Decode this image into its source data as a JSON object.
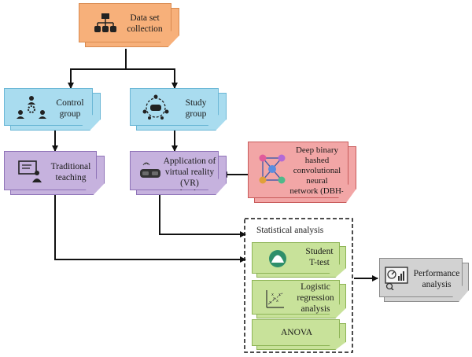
{
  "nodes": {
    "dataset": {
      "label_1": "Data set",
      "label_2": "collection",
      "color": "#f7b07a",
      "border": "#d98a4f"
    },
    "control": {
      "label_1": "Control",
      "label_2": "group",
      "color": "#a9dcef",
      "border": "#6bb7d6"
    },
    "study": {
      "label_1": "Study",
      "label_2": "group",
      "color": "#a9dcef",
      "border": "#6bb7d6"
    },
    "traditional": {
      "label_1": "Traditional",
      "label_2": "teaching",
      "color": "#c6b2de",
      "border": "#8f73b8"
    },
    "vr": {
      "label_1": "Application of",
      "label_2": "virtual reality",
      "label_3": "(VR) technology",
      "color": "#c6b2de",
      "border": "#8f73b8"
    },
    "dbhcnn": {
      "label_1": "Deep binary",
      "label_2": "hashed",
      "label_3": "convolutional",
      "label_4": "neural",
      "label_5": "network (DBH-CNN)",
      "color": "#f2a6a6",
      "border": "#c85a5a"
    },
    "stats": {
      "title": "Statistical analysis"
    },
    "ttest": {
      "label_1": "Student",
      "label_2": "T-test",
      "color": "#c8e29a",
      "border": "#8db455"
    },
    "logistic": {
      "label_1": "Logistic",
      "label_2": "regression",
      "label_3": "analysis",
      "color": "#c8e29a",
      "border": "#8db455"
    },
    "anova": {
      "label_1": "ANOVA",
      "color": "#c8e29a",
      "border": "#8db455"
    },
    "performance": {
      "label_1": "Performance",
      "label_2": "analysis",
      "color": "#d2d2d2",
      "border": "#8a8a8a"
    }
  },
  "icons": {
    "dataset": "database-network-icon",
    "control": "people-gear-icon",
    "study": "vr-headset-group-icon",
    "traditional": "teacher-board-icon",
    "vr": "vr-goggles-icon",
    "dbhcnn": "neural-network-icon",
    "ttest": "bell-curve-icon",
    "logistic": "scatter-plot-icon",
    "performance": "analytics-screen-icon"
  }
}
